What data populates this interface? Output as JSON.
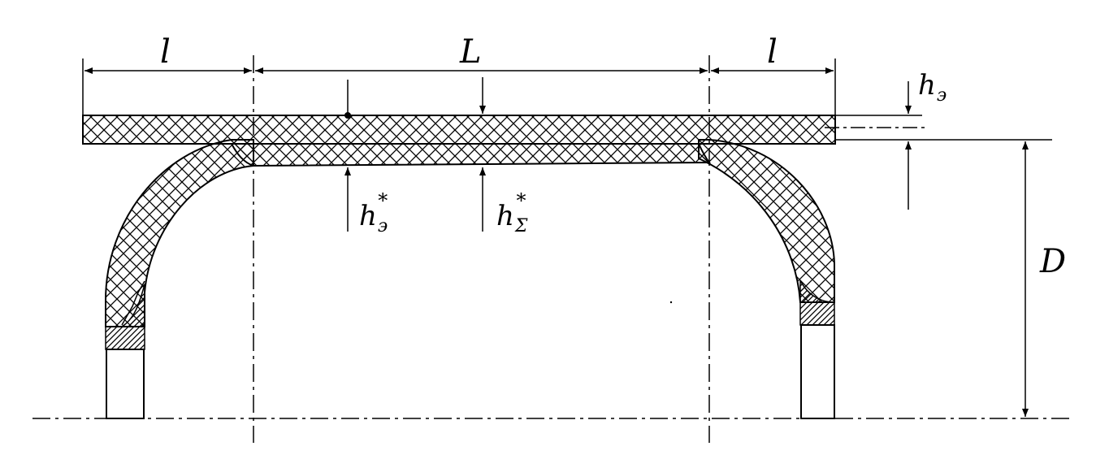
{
  "diagram": {
    "labels": {
      "l_left": "l",
      "L": "L",
      "l_right": "l",
      "h_e_main": "h",
      "h_e_sub": "э",
      "h_e_star_main": "h",
      "h_e_star_sub": "э",
      "h_e_star_sup": "*",
      "h_sigma_star_main": "h",
      "h_sigma_star_sub": "Σ",
      "h_sigma_star_sup": "*",
      "D": "D"
    },
    "colors": {
      "stroke": "#000000",
      "background": "#ffffff"
    }
  }
}
